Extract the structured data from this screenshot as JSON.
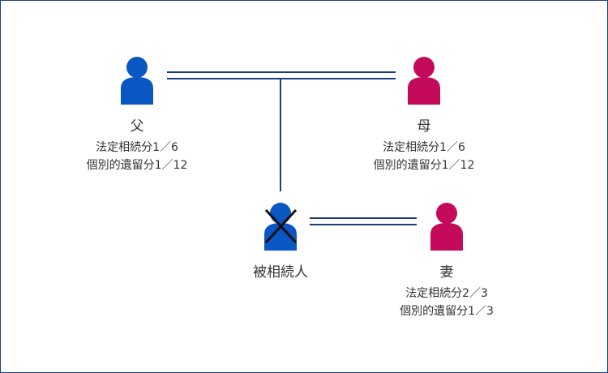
{
  "colors": {
    "male": "#0a56c2",
    "female": "#c40a5a",
    "line": "#1b3f7a"
  },
  "father": {
    "label": "父",
    "share1": "法定相続分1／6",
    "share2": "個別的遺留分1／12"
  },
  "mother": {
    "label": "母",
    "share1": "法定相続分1／6",
    "share2": "個別的遺留分1／12"
  },
  "deceased": {
    "label": "被相続人"
  },
  "wife": {
    "label": "妻",
    "share1": "法定相続分2／3",
    "share2": "個別的遺留分1／3"
  }
}
